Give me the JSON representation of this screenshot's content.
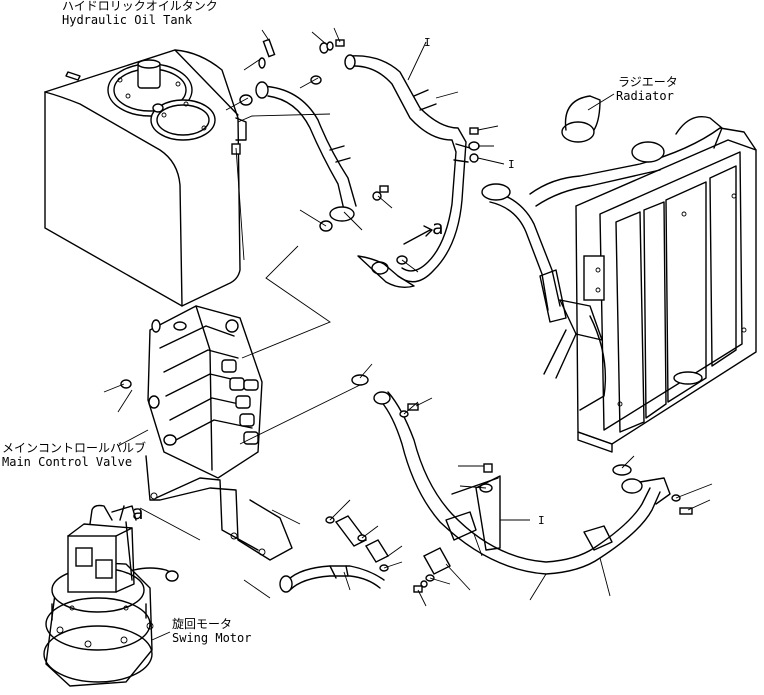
{
  "labels": {
    "tank_ja": "ハイドロリックオイルタンク",
    "tank_en": "Hydraulic Oil Tank",
    "radiator_ja": "ラジエータ",
    "radiator_en": "Radiator",
    "valve_ja": "メインコントロールバルブ",
    "valve_en": "Main Control Valve",
    "motor_ja": "旋回モータ",
    "motor_en": "Swing Motor",
    "ref_a_top": "a",
    "ref_a_bottom": "a",
    "mark_i": "I"
  }
}
